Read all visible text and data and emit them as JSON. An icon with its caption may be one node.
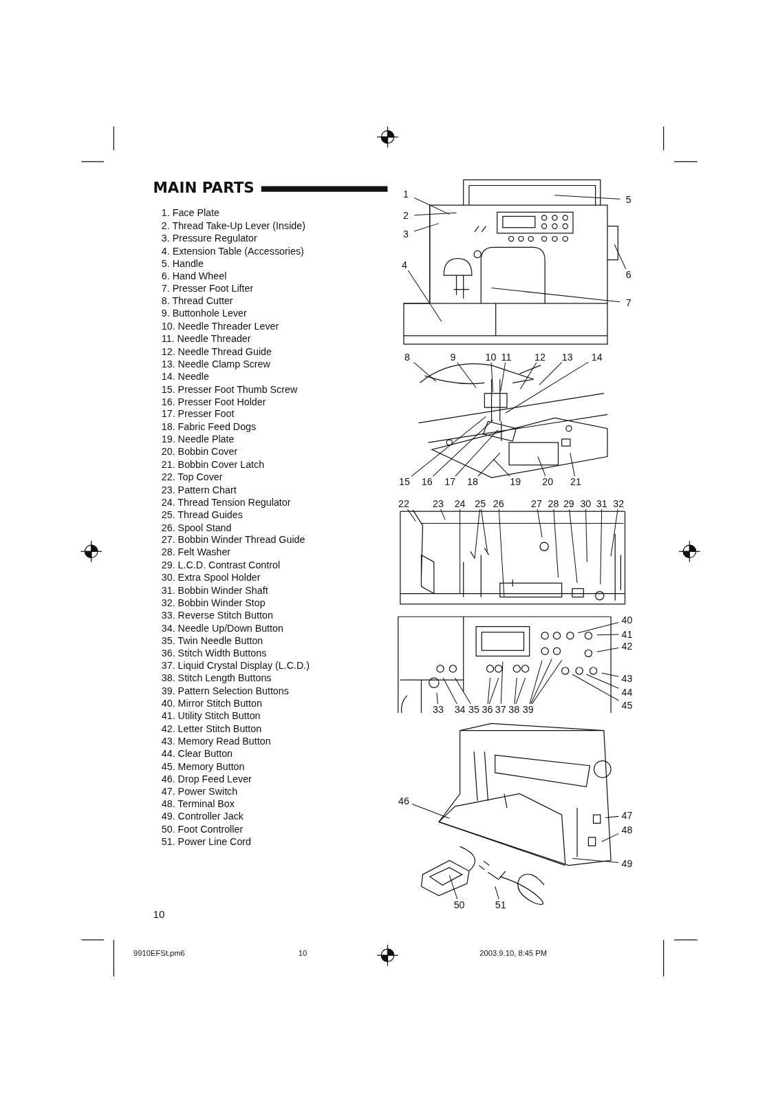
{
  "diagram": {
    "title": "MAIN PARTS",
    "nodes": [
      {
        "text": [
          "1"
        ]
      },
      {
        "text": [
          "2"
        ]
      },
      {
        "text": [
          "3"
        ]
      },
      {
        "text": [
          "4"
        ]
      },
      {
        "text": [
          "5"
        ]
      },
      {
        "text": [
          "6"
        ]
      },
      {
        "text": [
          "7"
        ]
      },
      {
        "text": [
          "8"
        ]
      },
      {
        "text": [
          "9"
        ]
      },
      {
        "text": [
          "10"
        ]
      },
      {
        "text": [
          "11"
        ]
      },
      {
        "text": [
          "12"
        ]
      },
      {
        "text": [
          "13"
        ]
      },
      {
        "text": [
          "14"
        ]
      },
      {
        "text": [
          "15"
        ]
      },
      {
        "text": [
          "16"
        ]
      },
      {
        "text": [
          "17"
        ]
      },
      {
        "text": [
          "18"
        ]
      },
      {
        "text": [
          "19"
        ]
      },
      {
        "text": [
          "20"
        ]
      },
      {
        "text": [
          "21"
        ]
      },
      {
        "text": [
          "22"
        ]
      },
      {
        "text": [
          "23"
        ]
      },
      {
        "text": [
          "24"
        ]
      },
      {
        "text": [
          "25"
        ]
      },
      {
        "text": [
          "26"
        ]
      },
      {
        "text": [
          "27"
        ]
      },
      {
        "text": [
          "28"
        ]
      },
      {
        "text": [
          "29"
        ]
      },
      {
        "text": [
          "30"
        ]
      },
      {
        "text": [
          "31"
        ]
      },
      {
        "text": [
          "32"
        ]
      },
      {
        "text": [
          "33"
        ]
      },
      {
        "text": [
          "34"
        ]
      },
      {
        "text": [
          "35"
        ]
      },
      {
        "text": [
          "36"
        ]
      },
      {
        "text": [
          "37"
        ]
      },
      {
        "text": [
          "38"
        ]
      },
      {
        "text": [
          "39"
        ]
      },
      {
        "text": [
          "40"
        ]
      },
      {
        "text": [
          "41"
        ]
      },
      {
        "text": [
          "42"
        ]
      },
      {
        "text": [
          "43"
        ]
      },
      {
        "text": [
          "44"
        ]
      },
      {
        "text": [
          "45"
        ]
      },
      {
        "text": [
          "46"
        ]
      },
      {
        "text": [
          "47"
        ]
      },
      {
        "text": [
          "48"
        ]
      },
      {
        "text": [
          "49"
        ]
      },
      {
        "text": [
          "50"
        ]
      },
      {
        "text": [
          "51"
        ]
      }
    ],
    "edges": [
      {
        "from": 0,
        "to": null,
        "arrow": "none"
      },
      {
        "from": 1,
        "to": null,
        "arrow": "none"
      },
      {
        "from": 2,
        "to": null,
        "arrow": "none"
      },
      {
        "from": 3,
        "to": null,
        "arrow": "none"
      },
      {
        "from": 4,
        "to": null,
        "arrow": "none"
      },
      {
        "from": 5,
        "to": null,
        "arrow": "none"
      },
      {
        "from": 6,
        "to": null,
        "arrow": "none"
      },
      {
        "from": 7,
        "to": null,
        "arrow": "none"
      },
      {
        "from": 8,
        "to": null,
        "arrow": "none"
      },
      {
        "from": 9,
        "to": null,
        "arrow": "none"
      },
      {
        "from": 10,
        "to": null,
        "arrow": "none"
      },
      {
        "from": 11,
        "to": null,
        "arrow": "none"
      },
      {
        "from": 12,
        "to": null,
        "arrow": "none"
      },
      {
        "from": 13,
        "to": null,
        "arrow": "none"
      },
      {
        "from": 14,
        "to": null,
        "arrow": "none"
      },
      {
        "from": 15,
        "to": null,
        "arrow": "none"
      },
      {
        "from": 16,
        "to": null,
        "arrow": "none"
      },
      {
        "from": 17,
        "to": null,
        "arrow": "none"
      },
      {
        "from": 18,
        "to": null,
        "arrow": "none"
      },
      {
        "from": 19,
        "to": null,
        "arrow": "none"
      },
      {
        "from": 20,
        "to": null,
        "arrow": "none"
      },
      {
        "from": 21,
        "to": null,
        "arrow": "none"
      },
      {
        "from": 22,
        "to": null,
        "arrow": "none"
      },
      {
        "from": 23,
        "to": null,
        "arrow": "none"
      },
      {
        "from": 24,
        "to": null,
        "arrow": "none"
      },
      {
        "from": 24,
        "to": null,
        "arrow": "none"
      },
      {
        "from": 25,
        "to": null,
        "arrow": "none"
      },
      {
        "from": 26,
        "to": null,
        "arrow": "none"
      },
      {
        "from": 27,
        "to": null,
        "arrow": "none"
      },
      {
        "from": 28,
        "to": null,
        "arrow": "none"
      },
      {
        "from": 29,
        "to": null,
        "arrow": "none"
      },
      {
        "from": 30,
        "to": null,
        "arrow": "none"
      },
      {
        "from": 31,
        "to": null,
        "arrow": "none"
      },
      {
        "from": 32,
        "to": null,
        "arrow": "none"
      },
      {
        "from": 33,
        "to": null,
        "arrow": "none"
      },
      {
        "from": 34,
        "to": null,
        "arrow": "none"
      },
      {
        "from": 35,
        "to": null,
        "arrow": "none"
      },
      {
        "from": 35,
        "to": null,
        "arrow": "none"
      },
      {
        "from": 36,
        "to": null,
        "arrow": "none"
      },
      {
        "from": 37,
        "to": null,
        "arrow": "none"
      },
      {
        "from": 37,
        "to": null,
        "arrow": "none"
      },
      {
        "from": 38,
        "to": null,
        "arrow": "none"
      },
      {
        "from": 38,
        "to": null,
        "arrow": "none"
      },
      {
        "from": 38,
        "to": null,
        "arrow": "none"
      },
      {
        "from": 39,
        "to": null,
        "arrow": "none"
      },
      {
        "from": 40,
        "to": null,
        "arrow": "none"
      },
      {
        "from": 41,
        "to": null,
        "arrow": "none"
      },
      {
        "from": 42,
        "to": null,
        "arrow": "none"
      },
      {
        "from": 43,
        "to": null,
        "arrow": "none"
      },
      {
        "from": 44,
        "to": null,
        "arrow": "none"
      },
      {
        "from": 45,
        "to": null,
        "arrow": "none"
      },
      {
        "from": 46,
        "to": null,
        "arrow": "none"
      },
      {
        "from": 47,
        "to": null,
        "arrow": "none"
      },
      {
        "from": 48,
        "to": null,
        "arrow": "none"
      },
      {
        "from": 49,
        "to": null,
        "arrow": "none"
      },
      {
        "from": 50,
        "to": null,
        "arrow": "none"
      }
    ],
    "labels": [
      "1. Face Plate",
      "2. Thread Take-Up Lever (Inside)",
      "3. Pressure Regulator",
      "4. Extension Table (Accessories)",
      "5. Handle",
      "6. Hand Wheel",
      "7. Presser Foot Lifter",
      "8. Thread Cutter",
      "9. Buttonhole Lever",
      "10. Needle Threader Lever",
      "11. Needle Threader",
      "12. Needle Thread Guide",
      "13. Needle Clamp Screw",
      "14. Needle",
      "15. Presser Foot Thumb Screw",
      "16. Presser Foot Holder",
      "17. Presser Foot",
      "18. Fabric Feed Dogs",
      "19. Needle Plate",
      "20. Bobbin Cover",
      "21. Bobbin Cover Latch",
      "22. Top Cover",
      "23. Pattern Chart",
      "24. Thread Tension Regulator",
      "25. Thread Guides",
      "26. Spool Stand",
      "27. Bobbin Winder Thread Guide",
      "28. Felt Washer",
      "29. L.C.D. Contrast Control",
      "30. Extra Spool Holder",
      "31. Bobbin Winder Shaft",
      "32. Bobbin Winder Stop",
      "33. Reverse Stitch Button",
      "34. Needle Up/Down Button",
      "35. Twin Needle Button",
      "36. Stitch Width Buttons",
      "37. Liquid Crystal Display (L.C.D.)",
      "38. Stitch Length Buttons",
      "39. Pattern Selection Buttons",
      "40. Mirror Stitch Button",
      "41. Utility Stitch Button",
      "42. Letter Stitch Button",
      "43. Memory Read Button",
      "44. Clear Button",
      "45. Memory Button",
      "46. Drop Feed Lever",
      "47. Power Switch",
      "48. Terminal Box",
      "49. Controller Jack",
      "50. Foot Controller",
      "51. Power Line Cord",
      "10",
      "9910EFSt.pm6",
      "10",
      "2003.9.10, 8:45 PM"
    ]
  }
}
